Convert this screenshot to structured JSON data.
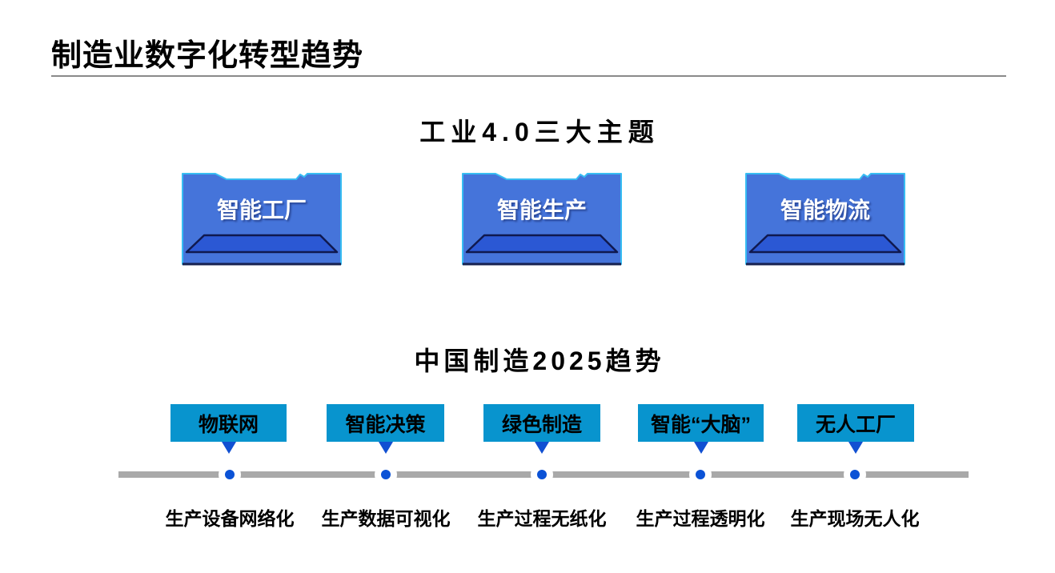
{
  "slide": {
    "title": "制造业数字化转型趋势",
    "section1": {
      "heading": "工业4.0三大主题",
      "themes": [
        {
          "label": "智能工厂"
        },
        {
          "label": "智能生产"
        },
        {
          "label": "智能物流"
        }
      ]
    },
    "section2": {
      "heading": "中国制造2025趋势",
      "milestones": [
        {
          "label": "物联网",
          "description": "生产设备网络化"
        },
        {
          "label": "智能决策",
          "description": "生产数据可视化"
        },
        {
          "label": "绿色制造",
          "description": "生产过程无纸化"
        },
        {
          "label": "智能“大脑”",
          "description": "生产过程透明化"
        },
        {
          "label": "无人工厂",
          "description": "生产现场无人化"
        }
      ]
    },
    "colors": {
      "theme_box_fill": "#4574da",
      "theme_box_edge": "#38bdf2",
      "theme_base_fill": "#2b58d4",
      "theme_base_outline": "#10194f",
      "milestone_box_fill": "#0894ce",
      "pointer_and_dot_blue": "#0b52d6",
      "timeline_gray": "#a9a9a9",
      "title_text": "#000000",
      "theme_label_text": "#ffffff"
    }
  }
}
